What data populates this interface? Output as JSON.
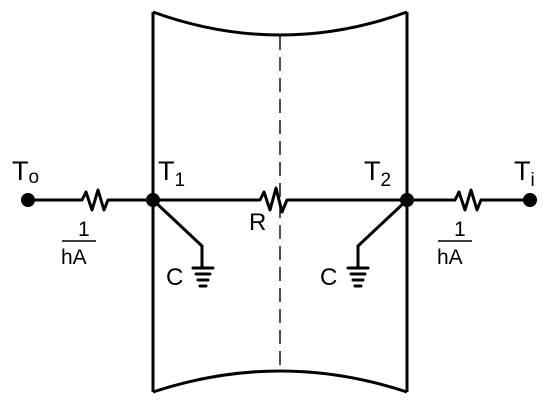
{
  "nodes": {
    "outer": {
      "label": "T",
      "sub": "o"
    },
    "inner": {
      "label": "T",
      "sub": "i"
    },
    "surface1": {
      "label": "T",
      "sub": "1"
    },
    "surface2": {
      "label": "T",
      "sub": "2"
    }
  },
  "resistors": {
    "outer_convection": {
      "numerator": "1",
      "denominator": "hA"
    },
    "conduction": {
      "label": "R"
    },
    "inner_convection": {
      "numerator": "1",
      "denominator": "hA"
    }
  },
  "capacitors": {
    "left": {
      "label": "C"
    },
    "right": {
      "label": "C"
    }
  }
}
